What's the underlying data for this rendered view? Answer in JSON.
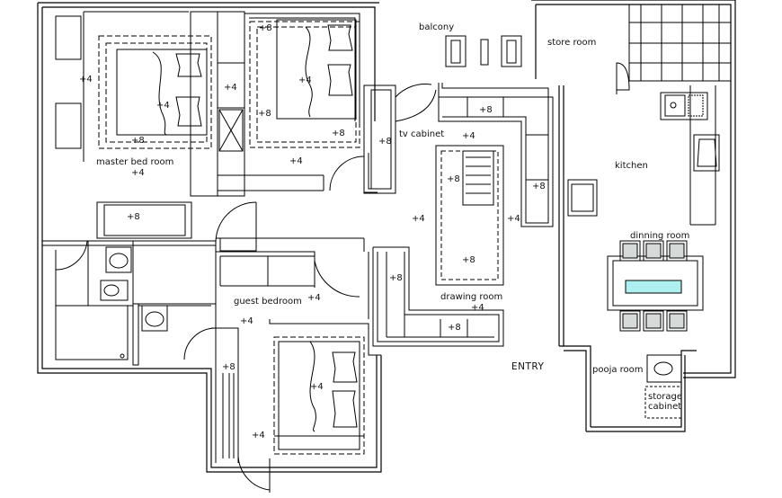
{
  "rooms": {
    "balcony": "balcony",
    "store_room": "store room",
    "master_bed_room": "master bed room",
    "tv_cabinet": "tv cabinet",
    "kitchen": "kitchen",
    "dinning_room": "dinning room",
    "guest_bedroom": "guest bedroom",
    "drawing_room": "drawing room",
    "entry": "ENTRY",
    "pooja_room": "pooja room",
    "storage_cabinet_line1": "storage",
    "storage_cabinet_line2": "cabinet"
  },
  "levels": {
    "l01": "+4",
    "l02": "+4",
    "l03": "+8",
    "l04": "+4",
    "l05": "+8",
    "l06": "+8",
    "l07": "+4",
    "l08": "+4",
    "l09": "+8",
    "l10": "+4",
    "l11": "+8",
    "l12": "+8",
    "l13": "+4",
    "l14": "+4",
    "l15": "+8",
    "l16": "+8",
    "l17": "+4",
    "l18": "+8",
    "l19": "+4",
    "l20": "+8",
    "l21": "+4",
    "l22": "+8",
    "l23": "+4",
    "l24": "+8",
    "l25": "+4",
    "l26": "+4",
    "l27": "+8"
  },
  "colors": {
    "wall": "#000000",
    "window_glass": "#aef0f0",
    "chair": "#d8dada"
  }
}
